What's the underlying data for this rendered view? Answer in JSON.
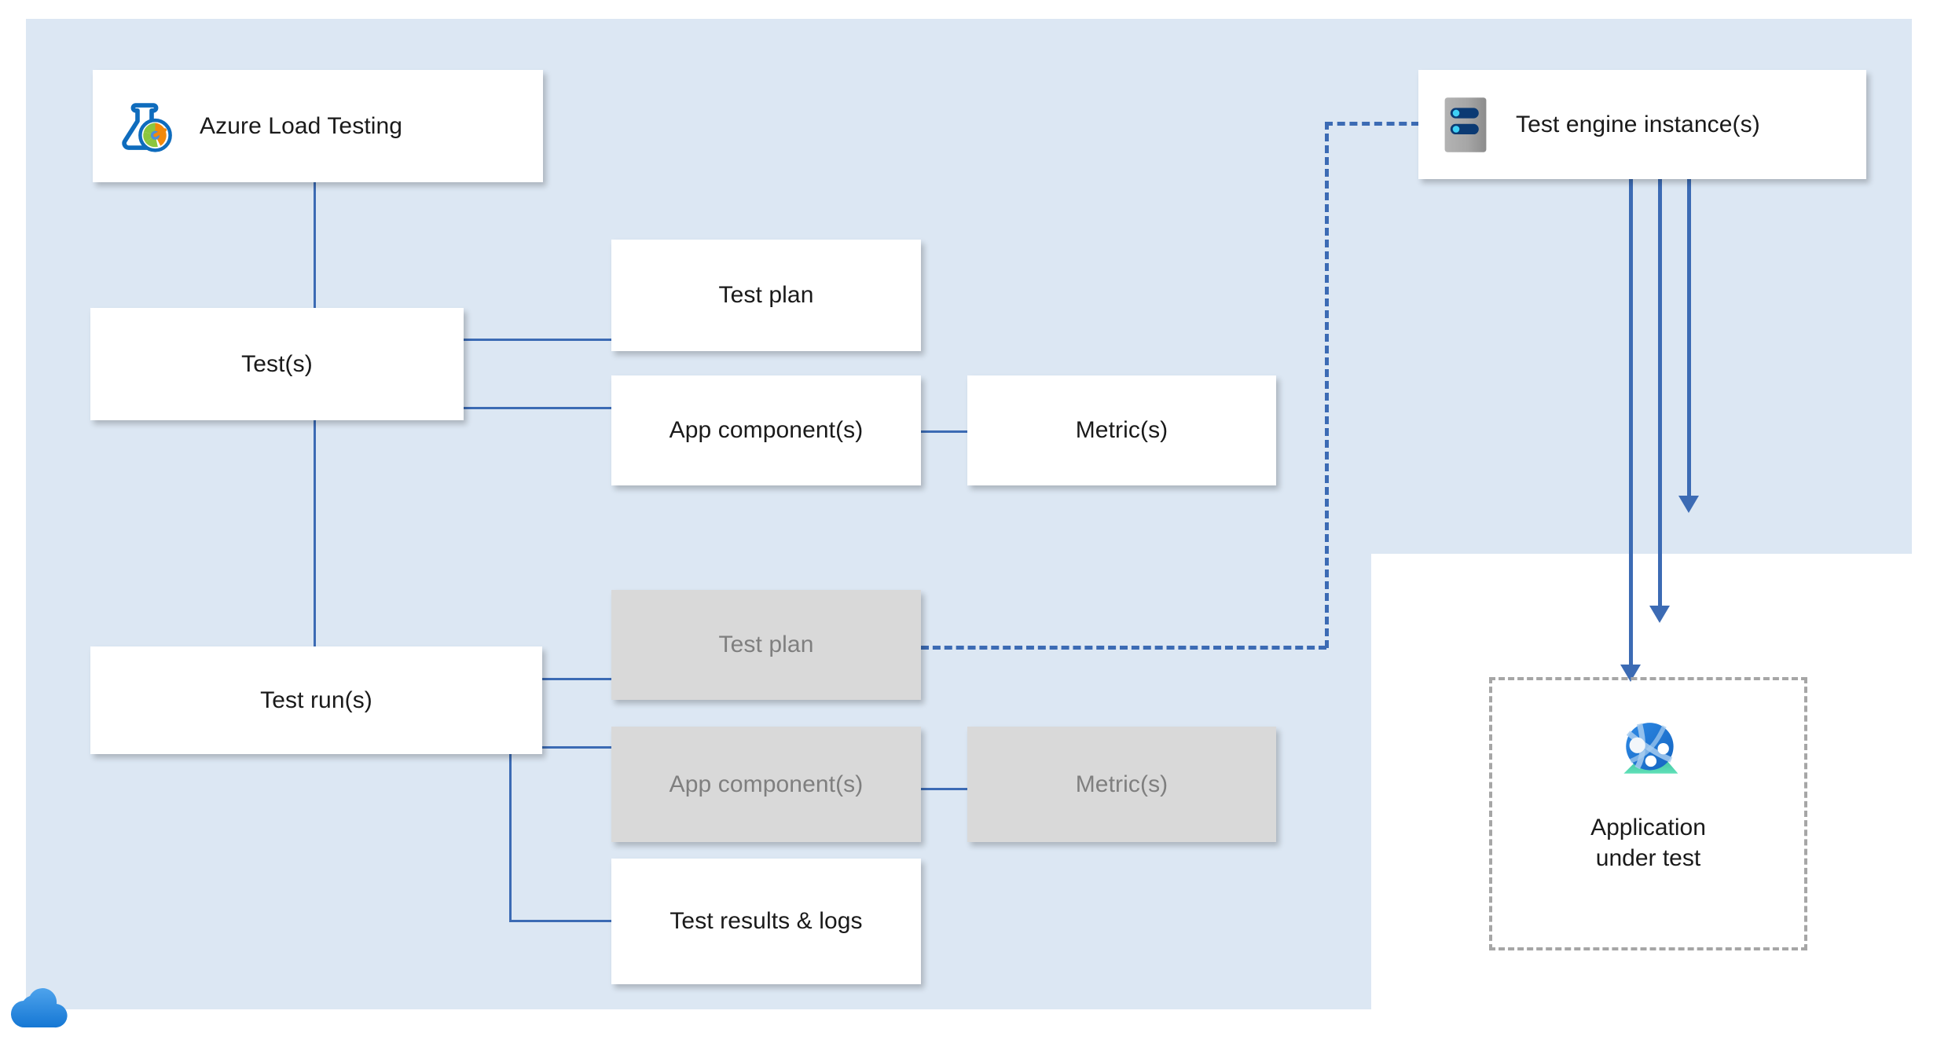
{
  "diagram": {
    "title": "Azure Load Testing resource hierarchy",
    "colors": {
      "panel_background": "#dce7f3",
      "node_background": "#ffffff",
      "node_dim_background": "#d9d9d9",
      "node_dim_text": "#7f7f7f",
      "connector": "#3c6bb4",
      "dashed_border": "#a6a6a6",
      "icon_blue": "#0078d4",
      "icon_gray": "#9e9e9e",
      "cloud_blue": "#2f8fe0"
    },
    "panel": {
      "label": "azure-load-testing-service-panel"
    },
    "nodes": [
      {
        "id": "azure-load-testing",
        "label": "Azure Load Testing",
        "icon": "flask-gauge-icon",
        "state": "active"
      },
      {
        "id": "tests",
        "label": "Test(s)",
        "state": "active"
      },
      {
        "id": "test-plan-top",
        "label": "Test plan",
        "state": "active"
      },
      {
        "id": "app-components-top",
        "label": "App component(s)",
        "state": "active"
      },
      {
        "id": "metrics-top",
        "label": "Metric(s)",
        "state": "active"
      },
      {
        "id": "test-runs",
        "label": "Test run(s)",
        "state": "active"
      },
      {
        "id": "test-plan-bottom",
        "label": "Test plan",
        "state": "dimmed"
      },
      {
        "id": "app-components-bottom",
        "label": "App component(s)",
        "state": "dimmed"
      },
      {
        "id": "metrics-bottom",
        "label": "Metric(s)",
        "state": "dimmed"
      },
      {
        "id": "test-results-logs",
        "label": "Test results & logs",
        "state": "active"
      },
      {
        "id": "test-engine-instances",
        "label": "Test engine instance(s)",
        "icon": "server-instance-icon",
        "state": "active"
      },
      {
        "id": "application-under-test",
        "label": "Application\nunder test",
        "icon": "globe-network-icon",
        "state": "dashed"
      }
    ],
    "labels": {
      "azure_load_testing": "Azure Load Testing",
      "tests": "Test(s)",
      "test_plan_top": "Test plan",
      "app_components_top": "App component(s)",
      "metrics_top": "Metric(s)",
      "test_runs": "Test run(s)",
      "test_plan_bottom": "Test plan",
      "app_components_bottom": "App component(s)",
      "metrics_bottom": "Metric(s)",
      "test_results_logs": "Test results & logs",
      "test_engine_instances": "Test engine instance(s)",
      "application_under_test_line1": "Application",
      "application_under_test_line2": "under test"
    },
    "connectors": [
      {
        "from": "azure-load-testing",
        "to": "tests",
        "style": "solid"
      },
      {
        "from": "tests",
        "to": "test-plan-top",
        "style": "solid"
      },
      {
        "from": "tests",
        "to": "app-components-top",
        "style": "solid"
      },
      {
        "from": "app-components-top",
        "to": "metrics-top",
        "style": "solid"
      },
      {
        "from": "azure-load-testing",
        "to": "test-runs",
        "style": "solid"
      },
      {
        "from": "test-runs",
        "to": "test-plan-bottom",
        "style": "solid"
      },
      {
        "from": "test-runs",
        "to": "app-components-bottom",
        "style": "solid"
      },
      {
        "from": "app-components-bottom",
        "to": "metrics-bottom",
        "style": "solid"
      },
      {
        "from": "test-runs",
        "to": "test-results-logs",
        "style": "solid"
      },
      {
        "from": "test-plan-bottom",
        "to": "test-engine-instances",
        "style": "dashed"
      },
      {
        "from": "test-engine-instances",
        "to": "application-under-test",
        "style": "arrow",
        "count": 3
      }
    ]
  }
}
